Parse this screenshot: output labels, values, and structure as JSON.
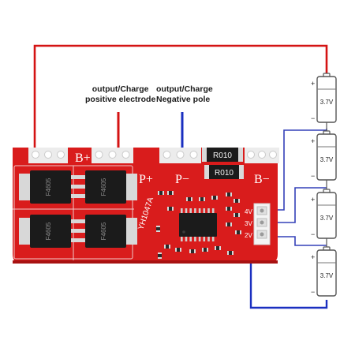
{
  "colors": {
    "board": "#d91c1c",
    "board_dark": "#b81515",
    "pad": "#e8e8e8",
    "red_wire": "#d41313",
    "blue_wire": "#1a2fc0",
    "silk": "#ffffff",
    "chip": "#1b1b1b"
  },
  "labels": {
    "pos_line1": "output/Charge",
    "pos_line2": "positive electrode",
    "neg_line1": "output/Charge",
    "neg_line2": "Negative pole"
  },
  "board": {
    "b_plus": "B+",
    "p_plus": "P+",
    "p_minus": "P−",
    "b_minus": "B−",
    "model": "YH1047A",
    "resistor": "R010",
    "mosfet_mark": "F4605",
    "connector_tags": [
      "4V",
      "3V",
      "2V"
    ]
  },
  "battery": {
    "label": "3.7V",
    "count": 4
  }
}
